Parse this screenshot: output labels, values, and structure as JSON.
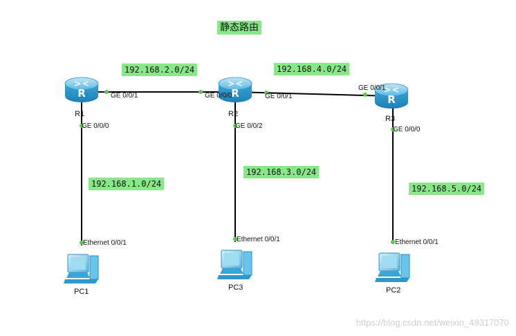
{
  "title": "静态路由",
  "networks": {
    "n1": "192.168.1.0/24",
    "n2": "192.168.2.0/24",
    "n3": "192.168.3.0/24",
    "n4": "192.168.4.0/24",
    "n5": "192.168.5.0/24"
  },
  "devices": {
    "r1": "R1",
    "r2": "R2",
    "r3": "R3",
    "pc1": "PC1",
    "pc2": "PC2",
    "pc3": "PC3"
  },
  "ports": {
    "r1_ge001": "GE 0/0/1",
    "r1_ge000": "GE 0/0/0",
    "r2_ge000": "GE 0/0/0",
    "r2_ge001": "GE 0/0/1",
    "r2_ge002": "GE 0/0/2",
    "r3_ge001": "GE 0/0/1",
    "r3_ge000": "GE 0/0/0",
    "pc1_eth": "Ethernet 0/0/1",
    "pc3_eth": "Ethernet 0/0/1",
    "pc2_eth": "Ethernet 0/0/1"
  },
  "icons": {
    "router": "router-icon",
    "pc": "pc-icon"
  },
  "colors": {
    "link": "#000000",
    "port_dot": "#5cc84a",
    "label_bg": "#88e888",
    "router_blue": "#3aa6d8"
  },
  "watermark": "https://blog.csdn.net/weixin_49317070"
}
